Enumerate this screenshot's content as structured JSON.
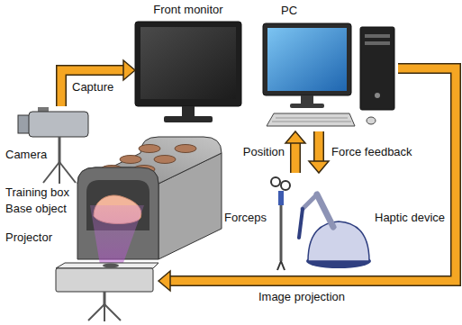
{
  "diagram": {
    "nodes": [
      {
        "text": [
          "Front monitor"
        ]
      },
      {
        "text": [
          "PC"
        ]
      },
      {
        "text": [
          "Camera"
        ]
      },
      {
        "text": [
          "Training box",
          "Base object"
        ]
      },
      {
        "text": [
          "Projector"
        ]
      },
      {
        "text": [
          "Forceps"
        ]
      },
      {
        "text": [
          "Haptic device"
        ]
      }
    ],
    "edges": [
      {
        "from": 2,
        "to": 0,
        "label": "Capture",
        "arrow": "to"
      },
      {
        "from": 6,
        "to": 1,
        "label": "Position",
        "arrow": "to"
      },
      {
        "from": 1,
        "to": 6,
        "label": "Force feedback",
        "arrow": "to"
      },
      {
        "from": 1,
        "to": 4,
        "label": "Image projection",
        "arrow": "to"
      }
    ]
  }
}
